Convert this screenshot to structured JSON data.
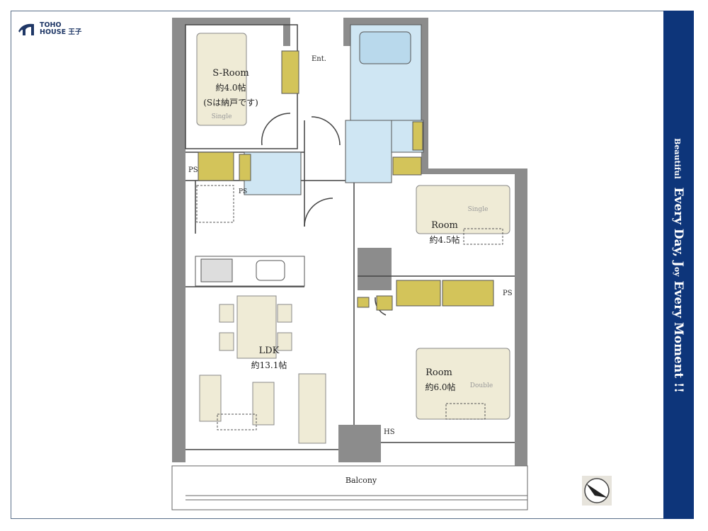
{
  "brand": {
    "line1": "TOHO",
    "line2": "HOUSE 王子"
  },
  "tagline": {
    "prefix": "Beautiful",
    "main": "Every Day, J",
    "small": "oy",
    "suffix": " Every Moment !!"
  },
  "rooms": {
    "s_room": {
      "name": "S-Room",
      "size": "約4.0帖",
      "note": "(Sは納戸です)",
      "bed": "Single"
    },
    "entrance": "Ent.",
    "room_a": {
      "name": "Room",
      "size": "約4.5帖",
      "bed": "Single"
    },
    "room_b": {
      "name": "Room",
      "size": "約6.0帖",
      "bed": "Double"
    },
    "ldk": {
      "name": "LDK",
      "size": "約13.1帖"
    },
    "ps": "PS",
    "hs": "HS",
    "balcony": "Balcony"
  },
  "colors": {
    "band": "#0d357a",
    "wall": "#8c8c8c",
    "wet": "#cfe6f3",
    "storage": "#d3c45a",
    "furniture": "#efebd6"
  }
}
